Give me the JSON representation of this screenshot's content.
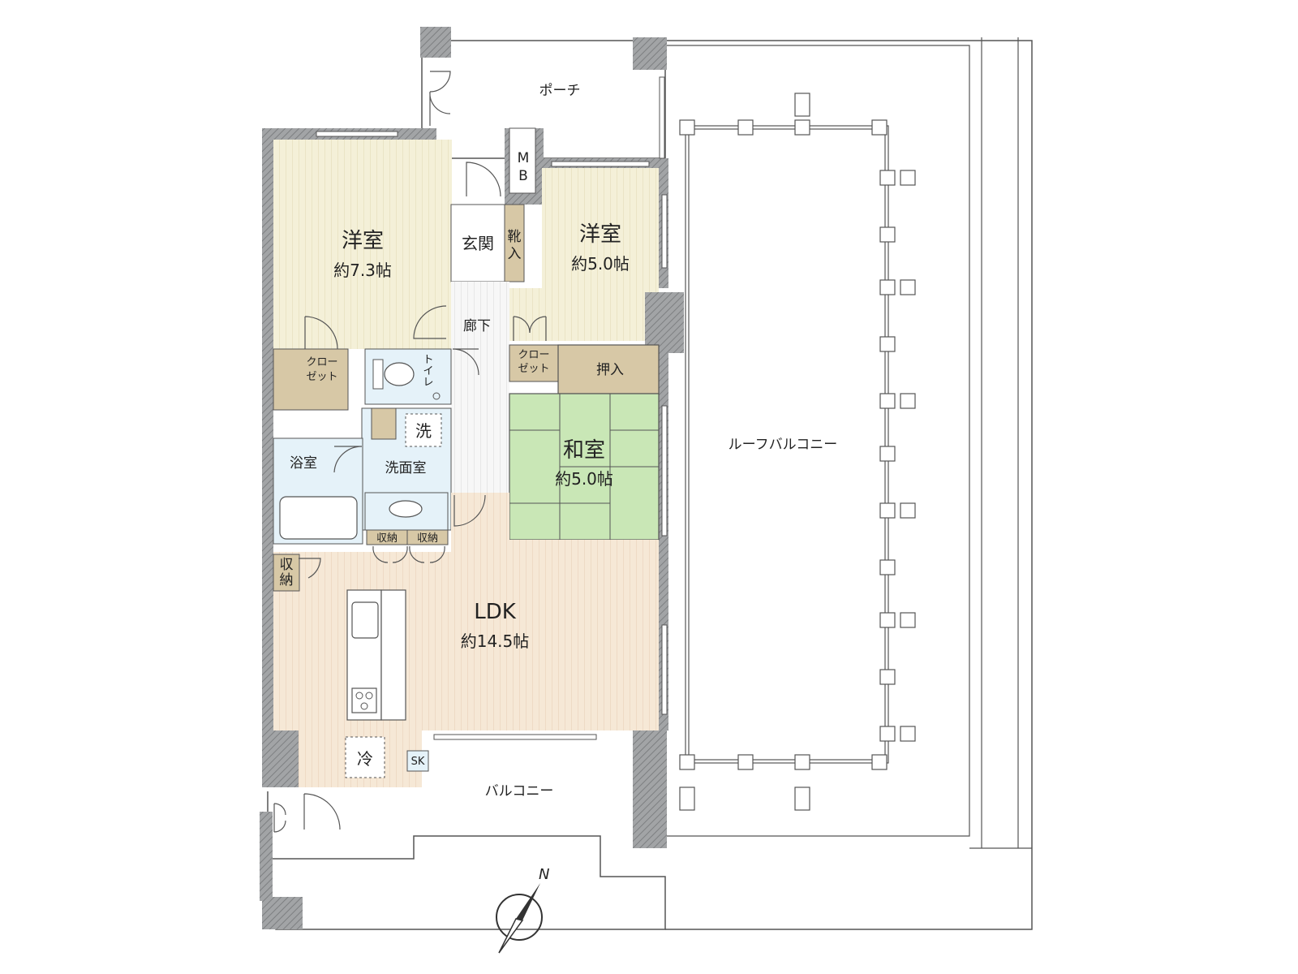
{
  "colors": {
    "bedroom_floor": "#f4f0d8",
    "ldk_floor": "#f6e8d6",
    "wet_area": "#e5f2f9",
    "tatami": "#c9e7b6",
    "storage": "#d7c8a6",
    "wall": "#9ea0a2",
    "line": "#555555"
  },
  "rooms": {
    "bedroom1": {
      "name": "洋室",
      "area": "約7.3帖"
    },
    "bedroom2": {
      "name": "洋室",
      "area": "約5.0帖"
    },
    "japanese": {
      "name": "和室",
      "area": "約5.0帖"
    },
    "ldk": {
      "name": "LDK",
      "area": "約14.5帖"
    },
    "entrance": "玄関",
    "shoe_closet": [
      "靴",
      "入"
    ],
    "meter_box": [
      "M",
      "B"
    ],
    "hallway": "廊下",
    "toilet": [
      "ト",
      "イ",
      "レ"
    ],
    "washroom": "洗面室",
    "bath": "浴室",
    "washer": "洗",
    "closet1": [
      "クロー",
      "ゼット"
    ],
    "closet2": [
      "クロー",
      "ゼット"
    ],
    "oshiire": "押入",
    "storage_small": [
      "収納",
      "収納"
    ],
    "storage_left": [
      "収",
      "納"
    ],
    "fridge": "冷",
    "sk": "SK"
  },
  "outdoor": {
    "porch": "ポーチ",
    "balcony": "バルコニー",
    "roof_balcony": "ルーフバルコニー"
  },
  "compass": {
    "north": "N"
  }
}
